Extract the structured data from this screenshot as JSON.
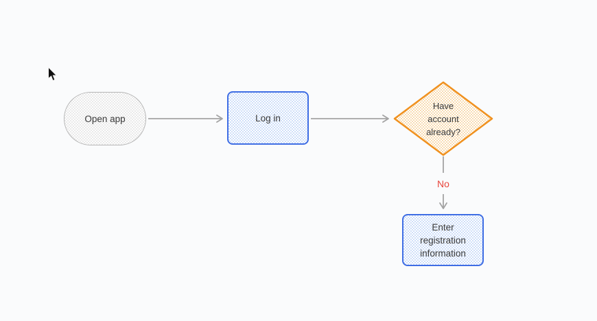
{
  "canvas": {
    "background": "#fafbfc"
  },
  "nodes": {
    "open_app": {
      "label": "Open app",
      "shape": "terminator"
    },
    "log_in": {
      "label": "Log in",
      "shape": "process"
    },
    "have_account": {
      "label": "Have account already?",
      "shape": "decision"
    },
    "enter_registration": {
      "label": "Enter registration information",
      "shape": "process"
    }
  },
  "edges": {
    "open_app_to_log_in": {
      "from": "open_app",
      "to": "log_in",
      "label": ""
    },
    "log_in_to_have_account": {
      "from": "log_in",
      "to": "have_account",
      "label": ""
    },
    "have_account_to_enter_registration": {
      "from": "have_account",
      "to": "enter_registration",
      "label": "No"
    }
  },
  "colors": {
    "terminator_border": "#b5b5b5",
    "terminator_fill": "#efefef",
    "process_border": "#3e6de4",
    "process_fill": "#dde9fb",
    "decision_border": "#f0911f",
    "decision_fill": "#fcead0",
    "arrow": "#a3a3a3",
    "edge_label_color": "#e8453c",
    "node_text_color": "#3a3a3a"
  },
  "cursor": {
    "icon": "arrow-cursor"
  }
}
